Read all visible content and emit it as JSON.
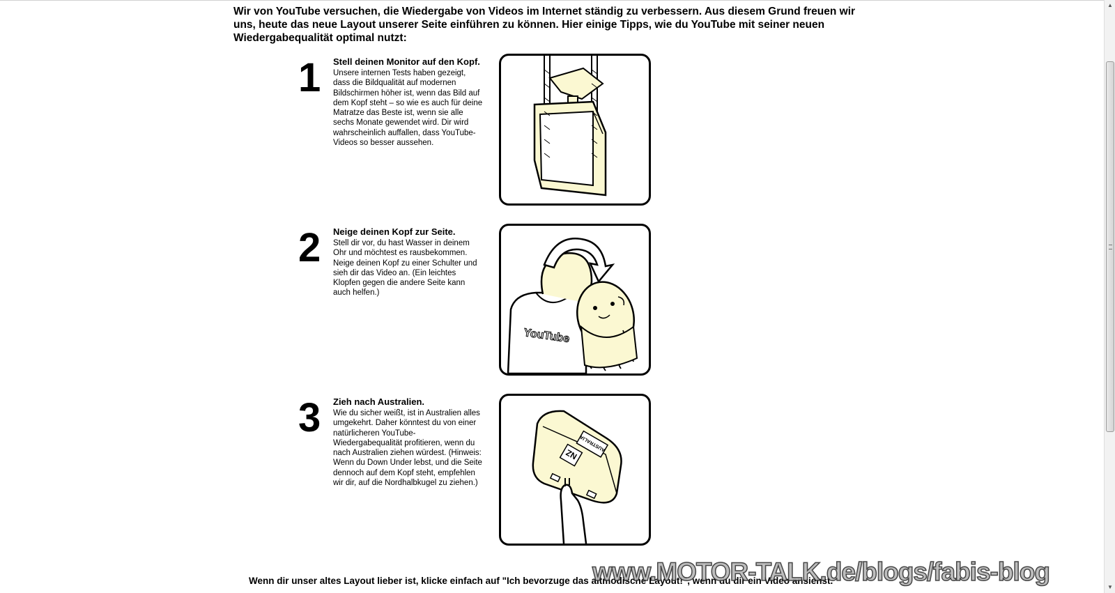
{
  "intro": {
    "text": "Wir von YouTube versuchen, die Wiedergabe von Videos im Internet ständig zu verbessern. Aus diesem Grund freuen wir uns, heute das neue Layout unserer Seite einführen zu können. Hier einige Tipps, wie du YouTube mit seiner neuen Wiedergabequalität optimal nutzt:"
  },
  "steps": [
    {
      "number": "1",
      "title": "Stell deinen Monitor auf den Kopf.",
      "text": "Unsere internen Tests haben gezeigt, dass die Bildqualität auf modernen Bildschirmen höher ist, wenn das Bild auf dem Kopf steht – so wie es auch für deine Matratze das Beste ist, wenn sie alle sechs Monate gewendet wird. Dir wird wahrscheinlich auffallen, dass YouTube-Videos so besser aussehen."
    },
    {
      "number": "2",
      "title": "Neige deinen Kopf zur Seite.",
      "text": "Stell dir vor, du hast Wasser in deinem Ohr und möchtest es rausbekommen. Neige deinen Kopf zu einer Schulter und sieh dir das Video an. (Ein leichtes Klopfen gegen die andere Seite kann auch helfen.)",
      "shirt_logo": "YouTube"
    },
    {
      "number": "3",
      "title": "Zieh nach Australien.",
      "text": "Wie du sicher weißt, ist in Australien alles umgekehrt. Daher könntest du von einer natürlicheren YouTube-Wiedergabequalität profitieren, wenn du nach Australien ziehen würdest. (Hinweis: Wenn du Down Under lebst, und die Seite dennoch auf dem Kopf steht, empfehlen wir dir, auf die Nordhalbkugel zu ziehen.)",
      "box_label_1": "AUSTRALIA",
      "box_label_2": "NZ"
    }
  ],
  "footer": {
    "text": "Wenn dir unser altes Layout lieber ist, klicke einfach auf \"Ich bevorzuge das altmodische Layout!\", wenn du dir ein Video ansiehst."
  },
  "watermark": {
    "text": "www.MOTOR-TALK.de/blogs/fabis-blog"
  },
  "colors": {
    "illustration_fill": "#fbf8d2",
    "frame_border": "#000000"
  }
}
